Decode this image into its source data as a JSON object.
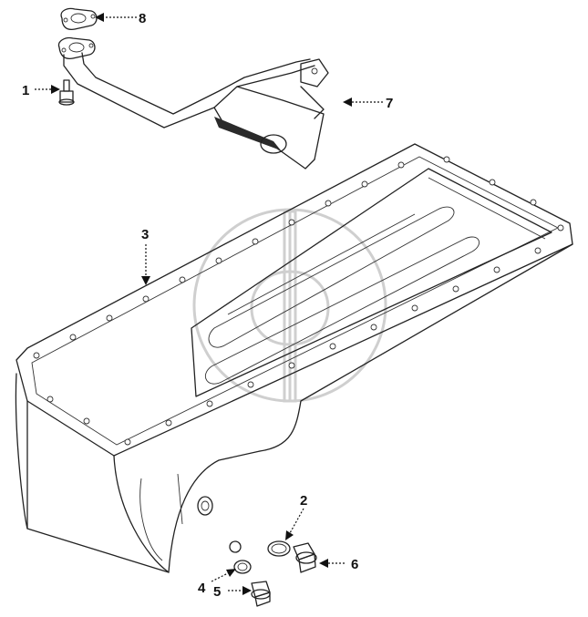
{
  "diagram": {
    "callouts": [
      {
        "id": "part-1",
        "label": "1"
      },
      {
        "id": "part-2",
        "label": "2"
      },
      {
        "id": "part-3",
        "label": "3"
      },
      {
        "id": "part-4",
        "label": "4"
      },
      {
        "id": "part-5",
        "label": "5"
      },
      {
        "id": "part-6",
        "label": "6"
      },
      {
        "id": "part-7",
        "label": "7"
      },
      {
        "id": "part-8",
        "label": "8"
      }
    ],
    "colors": {
      "ink": "#222222",
      "watermark": "#cfcfcf",
      "background": "#ffffff"
    }
  }
}
